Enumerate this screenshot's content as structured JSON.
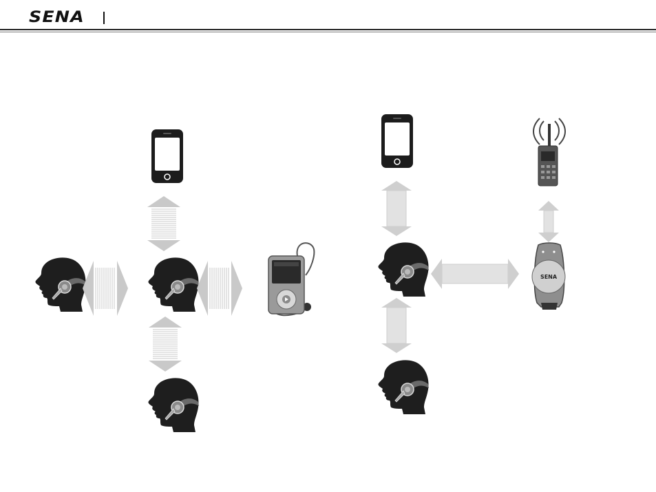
{
  "header": {
    "brand": "SENA"
  },
  "diagram": {
    "left_group": [
      "phone",
      "head-left",
      "head-center",
      "mp3-player",
      "head-bottom"
    ],
    "right_group": [
      "phone",
      "two-way-radio",
      "head-top",
      "bluetooth-adapter",
      "head-bottom"
    ],
    "adapter_logo": "SENA"
  }
}
